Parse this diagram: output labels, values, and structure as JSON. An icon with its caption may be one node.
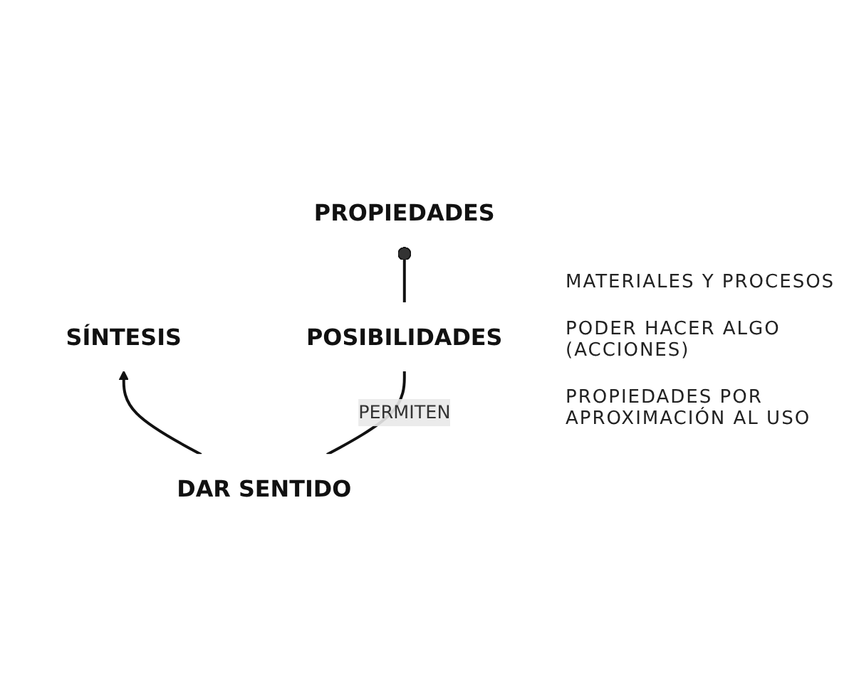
{
  "diagram": {
    "nodes": [
      {
        "text": [
          "PROPIEDADES"
        ]
      },
      {
        "text": [
          "SÍNTESIS"
        ]
      },
      {
        "text": [
          "DAR SENTIDO"
        ]
      },
      {
        "text": [
          "POSIBILIDADES"
        ]
      }
    ],
    "edges": [
      {
        "from": 3,
        "to": 0,
        "arrow": "other"
      },
      {
        "from": 2,
        "to": 3,
        "arrow": "none",
        "label": "PERMITEN"
      },
      {
        "from": 2,
        "to": 1,
        "arrow": "to"
      }
    ],
    "labels": [
      "MATERIALES Y PROCESOS",
      "PODER HACER ALGO (ACCIONES)",
      "PROPIEDADES POR APROXIMACIÓN AL USO"
    ]
  }
}
